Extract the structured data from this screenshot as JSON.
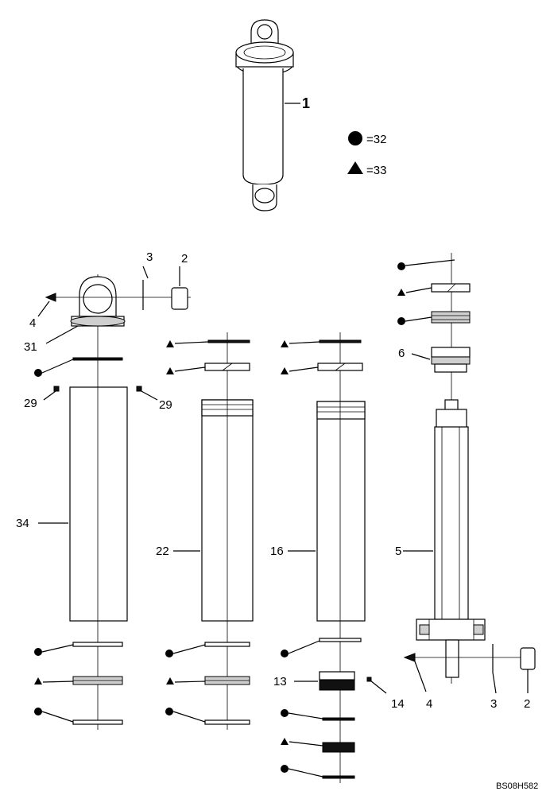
{
  "legend": {
    "circle_text": "=32",
    "triangle_text": "=33"
  },
  "callouts": {
    "assembly": "1",
    "c2a": "2",
    "c2b": "2",
    "c3a": "3",
    "c3b": "3",
    "c4a": "4",
    "c4b": "4",
    "c5": "5",
    "c6": "6",
    "c13": "13",
    "c14": "14",
    "c16": "16",
    "c22": "22",
    "c29a": "29",
    "c29b": "29",
    "c31": "31",
    "c34": "34"
  },
  "drawing_code": "BS08H582",
  "icons": [
    "round-seal-marker-icon",
    "triangle-seal-marker-icon"
  ]
}
